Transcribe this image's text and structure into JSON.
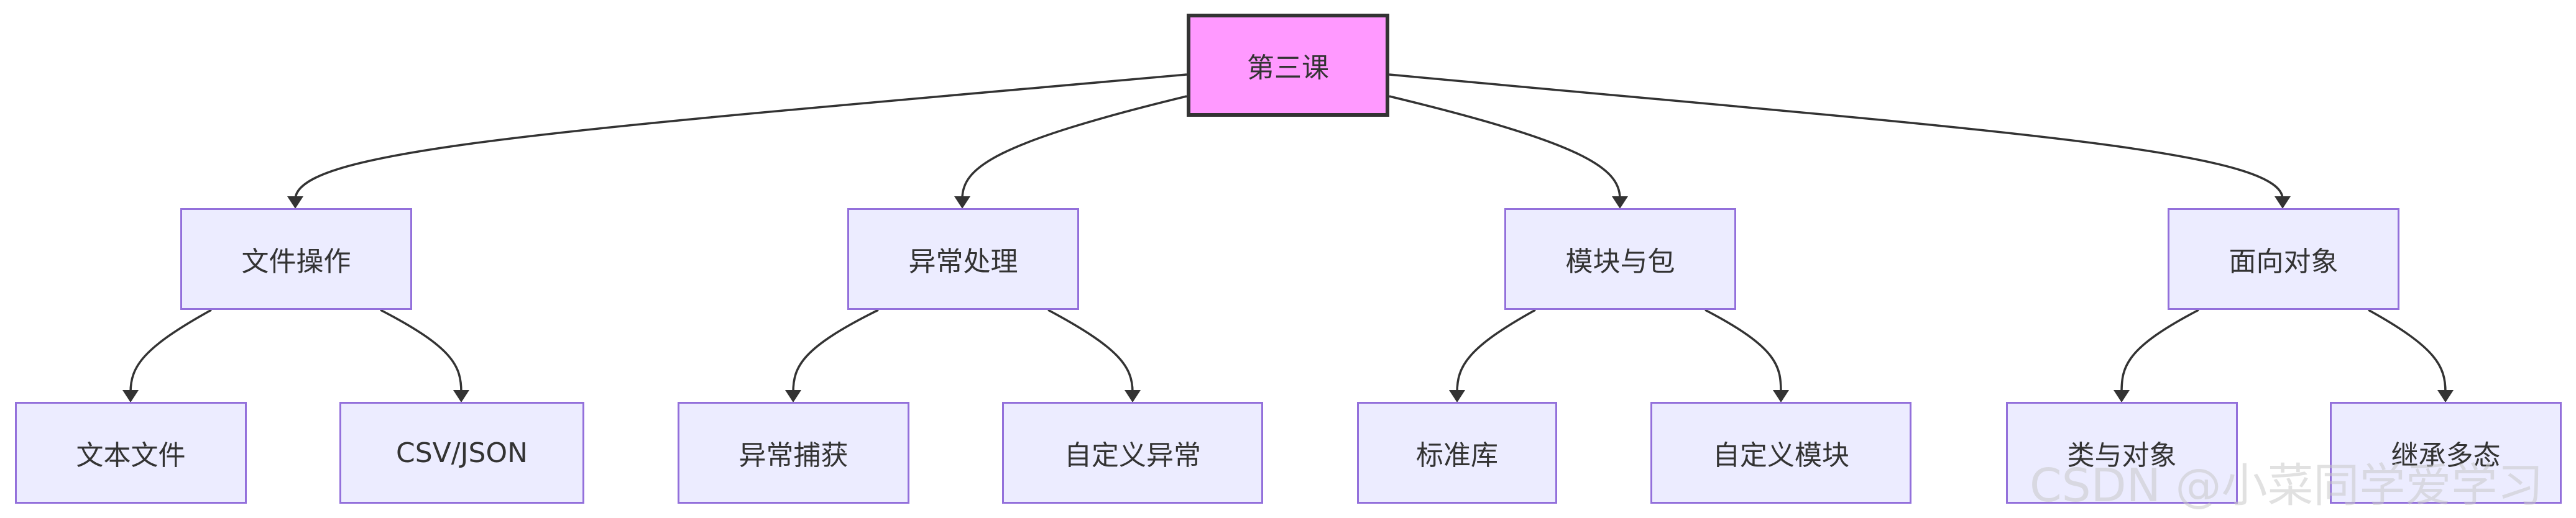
{
  "diagram": {
    "root": {
      "label": "第三课",
      "fill": "#ff99ff",
      "stroke": "#333333"
    },
    "branches": [
      {
        "label": "文件操作",
        "children": [
          "文本文件",
          "CSV/JSON"
        ]
      },
      {
        "label": "异常处理",
        "children": [
          "异常捕获",
          "自定义异常"
        ]
      },
      {
        "label": "模块与包",
        "children": [
          "标准库",
          "自定义模块"
        ]
      },
      {
        "label": "面向对象",
        "children": [
          "类与对象",
          "继承多态"
        ]
      }
    ],
    "node_fill": "#ececff",
    "node_stroke": "#9370db",
    "edge_color": "#333333"
  },
  "watermark": "CSDN @小菜同学爱学习"
}
